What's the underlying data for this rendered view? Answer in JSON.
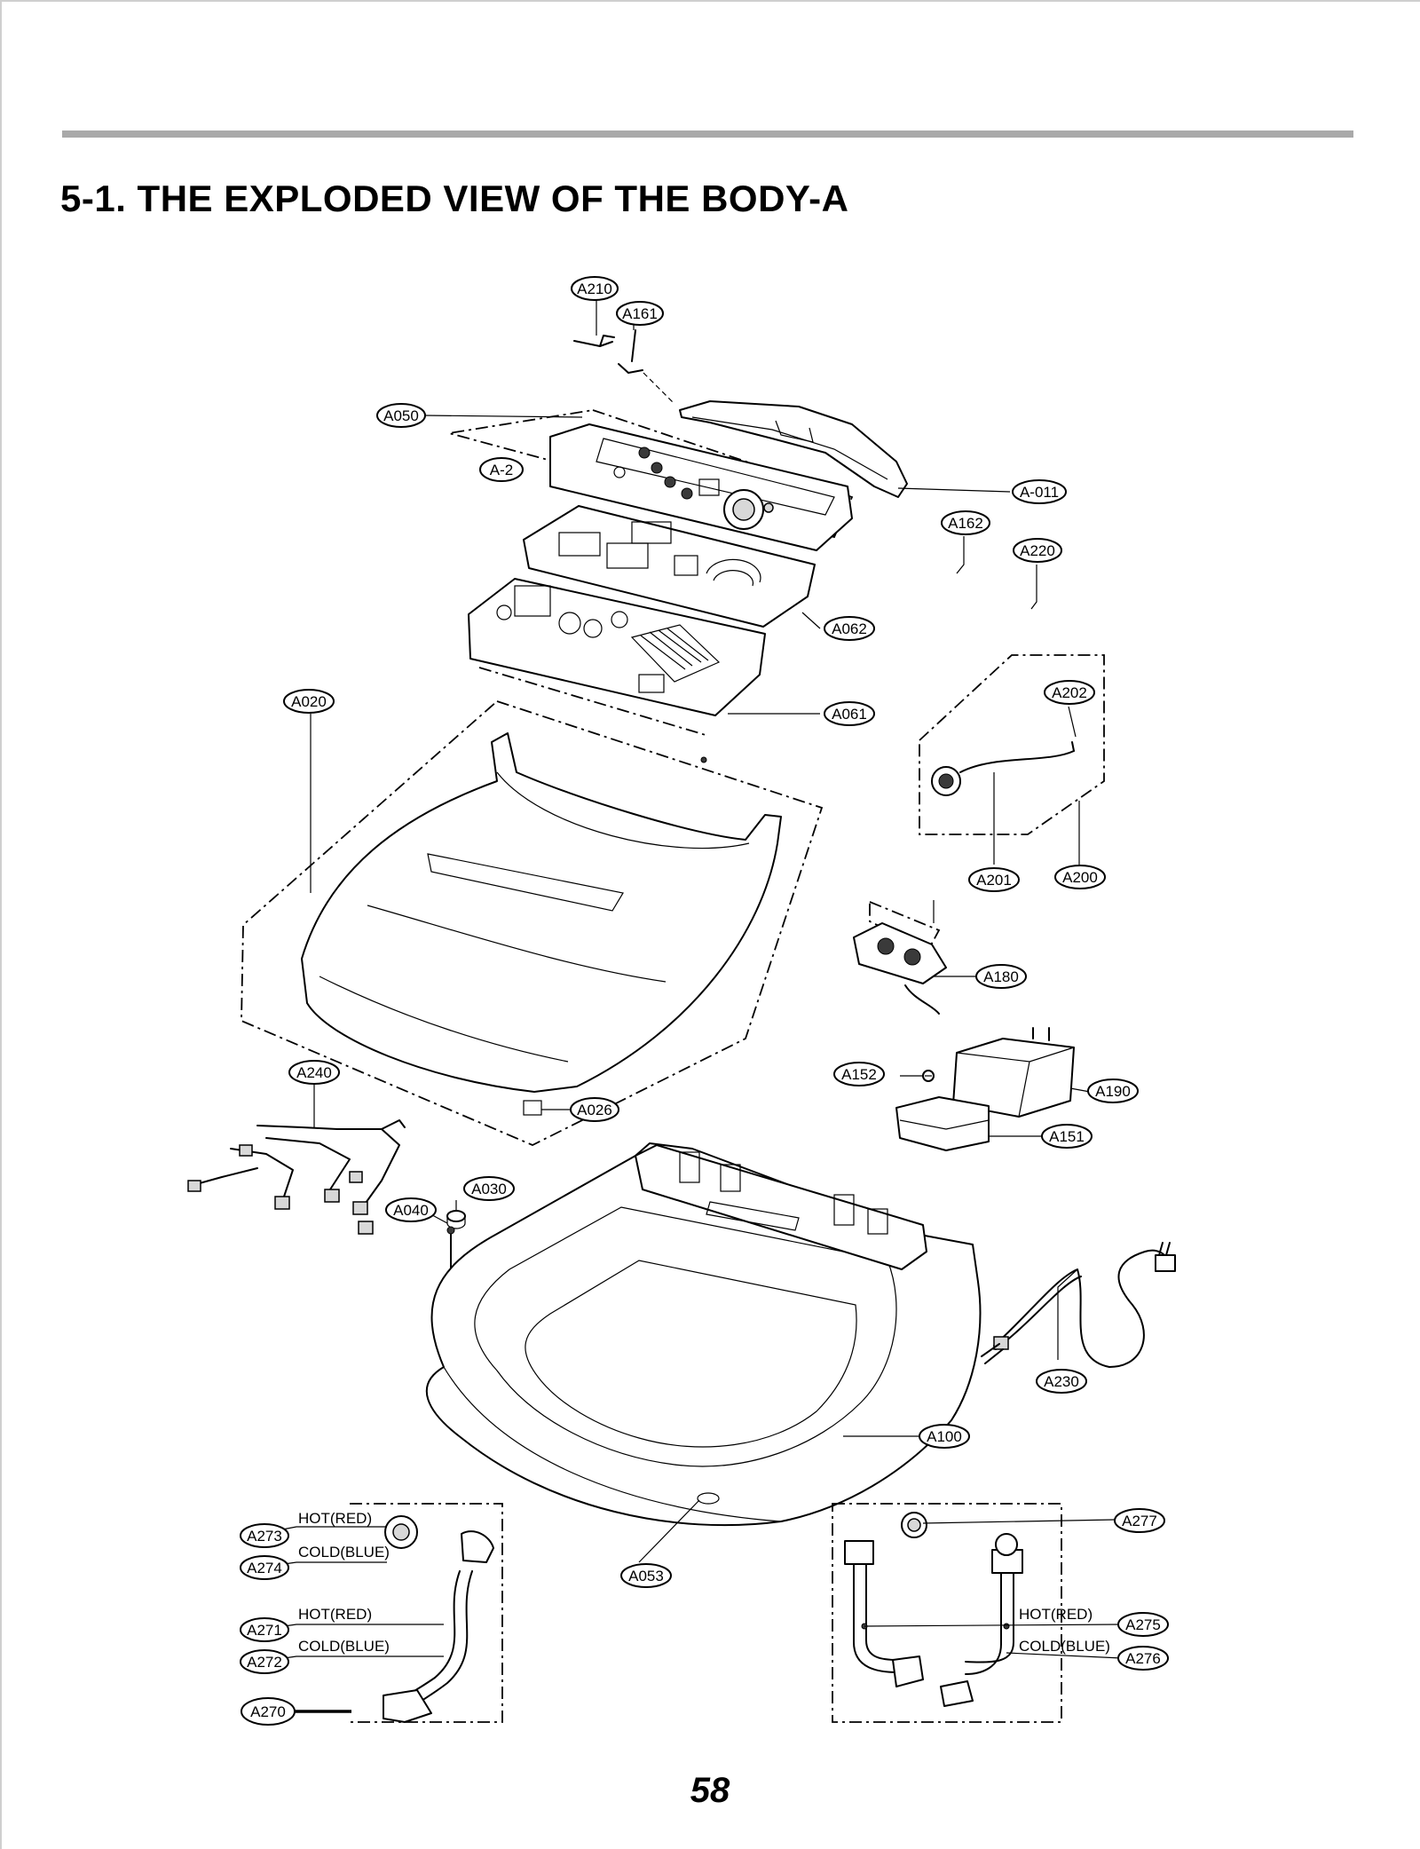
{
  "title": "5-1. THE EXPLODED VIEW OF THE BODY-A",
  "page_number": "58",
  "callouts": {
    "A210": "A210",
    "A161": "A161",
    "A050": "A050",
    "A_2": "A-2",
    "A_011": "A-011",
    "A162": "A162",
    "A220": "A220",
    "A062": "A062",
    "A020": "A020",
    "A061": "A061",
    "A202": "A202",
    "A201": "A201",
    "A200": "A200",
    "A180": "A180",
    "A152": "A152",
    "A190": "A190",
    "A151": "A151",
    "A240": "A240",
    "A026": "A026",
    "A030": "A030",
    "A040": "A040",
    "A230": "A230",
    "A100": "A100",
    "A053": "A053",
    "A273": "A273",
    "A274": "A274",
    "A271": "A271",
    "A272": "A272",
    "A270": "A270",
    "A277": "A277",
    "A275": "A275",
    "A276": "A276"
  },
  "hose_labels": {
    "left_inlet_hot": "HOT(RED)",
    "left_inlet_cold": "COLD(BLUE)",
    "left_hose_hot": "HOT(RED)",
    "left_hose_cold": "COLD(BLUE)",
    "right_hose_hot": "HOT(RED)",
    "right_hose_cold": "COLD(BLUE)"
  }
}
